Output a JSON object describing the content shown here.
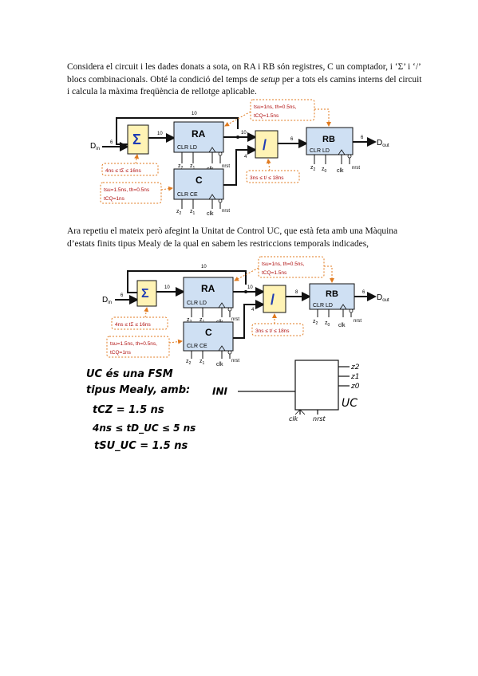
{
  "paragraph1": {
    "part1": "Considera el circuit i les dades donats a sota, on RA i RB són registres, C un comptador, i ‘Σ’ i ‘/’ blocs combinacionals. Obté la condició del temps de ",
    "em": "setup",
    "part2": " per a tots els camins interns del circuit i calcula la màxima freqüència de rellotge aplicable."
  },
  "paragraph2": "Ara repetiu el mateix però afegint la Unitat de Control UC, que està feta amb una Màquina d’estats finits tipus Mealy de la qual en sabem les restriccions temporals indicades,",
  "colors": {
    "block_fill": "#cfe0f3",
    "sum_fill": "#fff3b5",
    "symbol_blue": "#1f3bb3",
    "note_border": "#e07a1f",
    "note_text_red": "#b01010"
  },
  "circuit1": {
    "din": "D",
    "din_sub": "in",
    "dout": "D",
    "dout_sub": "out",
    "sum_symbol": "Σ",
    "div_symbol": "/",
    "ra": {
      "name": "RA",
      "ports": "CLR  LD",
      "clk": "clk",
      "nrst": "nrst"
    },
    "c": {
      "name": "C",
      "ports": "CLR  CE",
      "clk": "clk",
      "nrst": "nrst"
    },
    "rb": {
      "name": "RB",
      "ports": "CLR  LD",
      "clk": "clk",
      "nrst": "nrst"
    },
    "z2": "z",
    "z2_sub": "2",
    "z1": "z",
    "z1_sub": "1",
    "z0": "z",
    "z0_sub": "0",
    "w_in": "6",
    "w_sum": "10",
    "w_fb": "10",
    "w_ra": "10",
    "w_c": "4",
    "w_div": "6",
    "w_out": "6",
    "note_sum": "4ns ≤ tΣ ≤ 16ns",
    "note_c_l1": "tsu=1.5ns, th=0.5ns",
    "note_c_l2": "tCQ=1ns",
    "note_rb_l1": "tsu=1ns, th=0.5ns,",
    "note_rb_l2": "tCQ=1.5ns",
    "note_div": "3ns ≤ t/ ≤ 18ns"
  },
  "circuit2": {
    "din": "D",
    "din_sub": "in",
    "dout": "D",
    "dout_sub": "out",
    "sum_symbol": "Σ",
    "div_symbol": "/",
    "ra": {
      "name": "RA",
      "ports": "CLR  LD",
      "clk": "clk",
      "nrst": "nrst"
    },
    "c": {
      "name": "C",
      "ports": "CLR  CE",
      "clk": "clk",
      "nrst": "nrst"
    },
    "rb": {
      "name": "RB",
      "ports": "CLR  LD",
      "clk": "clk",
      "nrst": "nrst"
    },
    "z2": "z",
    "z2_sub": "2",
    "z1": "z",
    "z1_sub": "1",
    "z0": "z",
    "z0_sub": "0",
    "w_in": "6",
    "w_sum": "10",
    "w_fb": "10",
    "w_ra": "10",
    "w_c": "4",
    "w_div": "8",
    "w_out": "6",
    "note_sum": "4ns ≤ tΣ ≤ 16ns",
    "note_c_l1": "tsu=1.5ns, th=0.5ns,",
    "note_c_l2": "tCQ=1ns",
    "note_rb_l1": "tsu=1ns, th=0.5ns,",
    "note_rb_l2": "tCQ=1.5ns",
    "note_div": "3ns ≤ t/ ≤ 18ns"
  },
  "uc": {
    "label": "UC",
    "input": "INI",
    "out_z2": "z2",
    "out_z1": "z1",
    "out_z0": "z0",
    "clk": "clk",
    "nrst": "nrst"
  },
  "handwriting": {
    "line1": "UC és una FSM",
    "line2": "tipus Mealy, amb:",
    "line3": "tCZ = 1.5 ns",
    "line4": "4ns ≤ tD_UC ≤ 5 ns",
    "line5": "tSU_UC = 1.5 ns"
  }
}
